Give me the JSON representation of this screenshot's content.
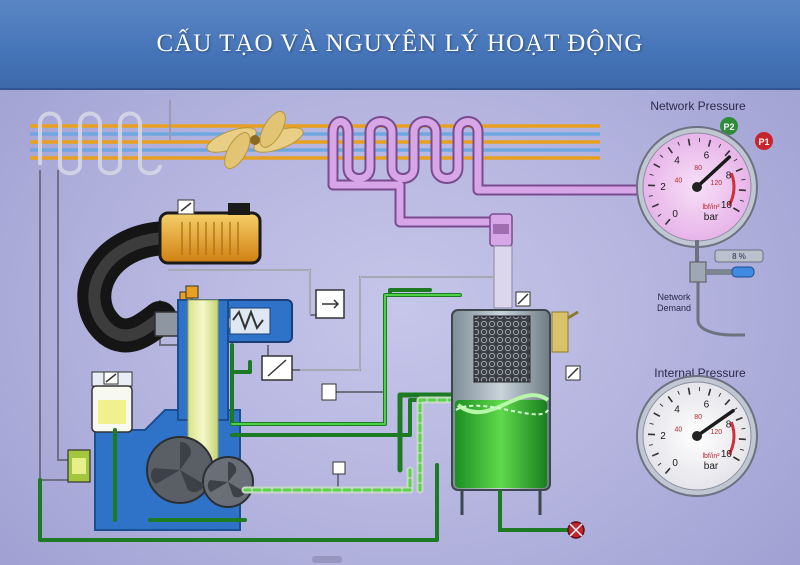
{
  "header": {
    "title": "CẤU TẠO VÀ NGUYÊN LÝ HOẠT ĐỘNG"
  },
  "network_gauge": {
    "title": "Network Pressure",
    "badge_p2": "P2",
    "badge_p1": "P1",
    "ticks_bar": [
      "0",
      "2",
      "4",
      "6",
      "8",
      "10"
    ],
    "ticks_psi": [
      "40",
      "80",
      "120"
    ],
    "unit_psi": "lbf/in²",
    "unit_bar": "bar",
    "reading_bar": 7.2
  },
  "internal_gauge": {
    "title": "Internal Pressure",
    "ticks_bar": [
      "0",
      "2",
      "4",
      "6",
      "8",
      "10"
    ],
    "ticks_psi": [
      "40",
      "80",
      "120"
    ],
    "unit_psi": "lbf/in²",
    "unit_bar": "bar",
    "reading_bar": 7.5
  },
  "network_demand": {
    "label_line1": "Network",
    "label_line2": "Demand",
    "value": "8 %"
  },
  "colors": {
    "header": "#4574b8",
    "blue_housing": "#2e73c8",
    "oil_green": "#2fae2a",
    "air_purple": "#c48ad8",
    "cooler_orange": "#e8a020",
    "gauge_face": "#f1c8f1"
  },
  "icons": [
    "fan-icon",
    "valve-icon",
    "drain-valve-icon",
    "pressure-switch-icon"
  ]
}
